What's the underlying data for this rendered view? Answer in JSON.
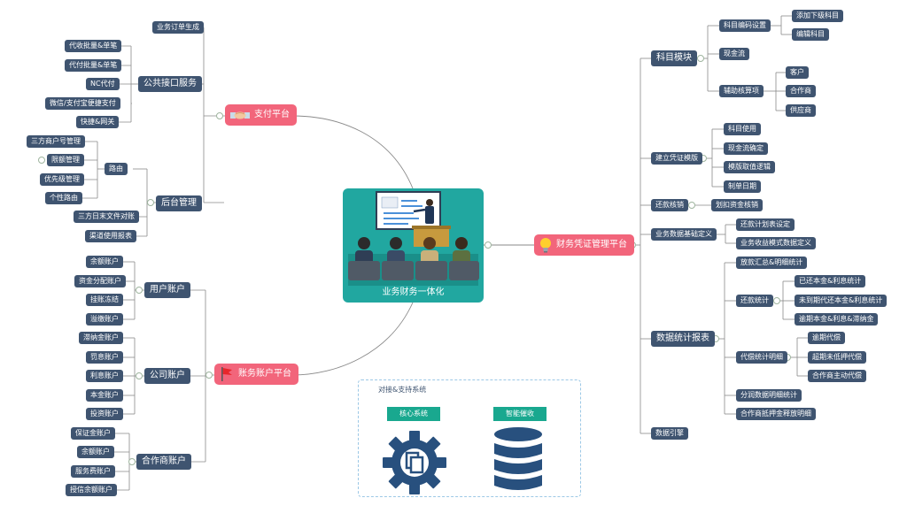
{
  "center": {
    "title": "业务财务一体化"
  },
  "payment": {
    "label": "支付平台",
    "order_gen": "业务订单生成",
    "public_api": {
      "label": "公共接口服务",
      "items": [
        "代收批量&单笔",
        "代付批量&单笔",
        "NC代付",
        "微信/支付宝便捷支付",
        "快捷&网关"
      ]
    },
    "backend": {
      "label": "后台管理",
      "routing": {
        "label": "路由",
        "items": [
          "三方商户号管理",
          "限额管理",
          "优先级管理",
          "个性路由"
        ]
      },
      "items": [
        "三方日末文件对账",
        "渠道使用报表"
      ]
    }
  },
  "accounts": {
    "label": "账务账户平台",
    "user": {
      "label": "用户账户",
      "items": [
        "余额账户",
        "资金分配账户",
        "挂账冻结",
        "溢缴账户"
      ]
    },
    "company": {
      "label": "公司账户",
      "items": [
        "滞纳金账户",
        "罚息账户",
        "利息账户",
        "本金账户",
        "投资账户"
      ]
    },
    "partner": {
      "label": "合作商账户",
      "items": [
        "保证金账户",
        "余额账户",
        "服务费账户",
        "授信余额账户"
      ]
    }
  },
  "voucher": {
    "label": "财务凭证管理平台",
    "subject": {
      "label": "科目模块",
      "code_setting": "科目编码设置",
      "code_items": [
        "添加下级科目",
        "编辑科目"
      ],
      "cashflow": "现金流",
      "aux": "辅助核算项",
      "aux_items": [
        "客户",
        "合作商",
        "供应商"
      ]
    },
    "template": {
      "label": "建立凭证模版",
      "items": [
        "科目使用",
        "现金流确定",
        "模版取值逻辑",
        "制单日期"
      ]
    },
    "writeoff": {
      "label": "还款核销",
      "child": "划扣资金核销"
    },
    "basedef": {
      "label": "业务数据基础定义",
      "items": [
        "还款计划表设定",
        "业务收益模式数据定义"
      ]
    },
    "report": {
      "label": "数据统计报表",
      "loan_detail": "放款汇总&明细统计",
      "repay": {
        "label": "还款统计",
        "items": [
          "已还本金&利息统计",
          "未到期代还本金&利息统计",
          "逾期本金&利息&滞纳金"
        ]
      },
      "comp": {
        "label": "代偿统计明细",
        "items": [
          "逾期代偿",
          "超期未低押代偿",
          "合作商主动代偿"
        ]
      },
      "profit": "分润数据明细统计",
      "deposit": "合作商抵押金释放明细"
    },
    "engine": "数据引擎"
  },
  "support": {
    "title": "对接&支持系统",
    "core": "核心系统",
    "collection": "智能催收"
  },
  "colors": {
    "node": "#3f5470",
    "pink": "#f2657b",
    "teal": "#21a7a0",
    "green": "#19a88f",
    "line": "#8a8a8a"
  }
}
